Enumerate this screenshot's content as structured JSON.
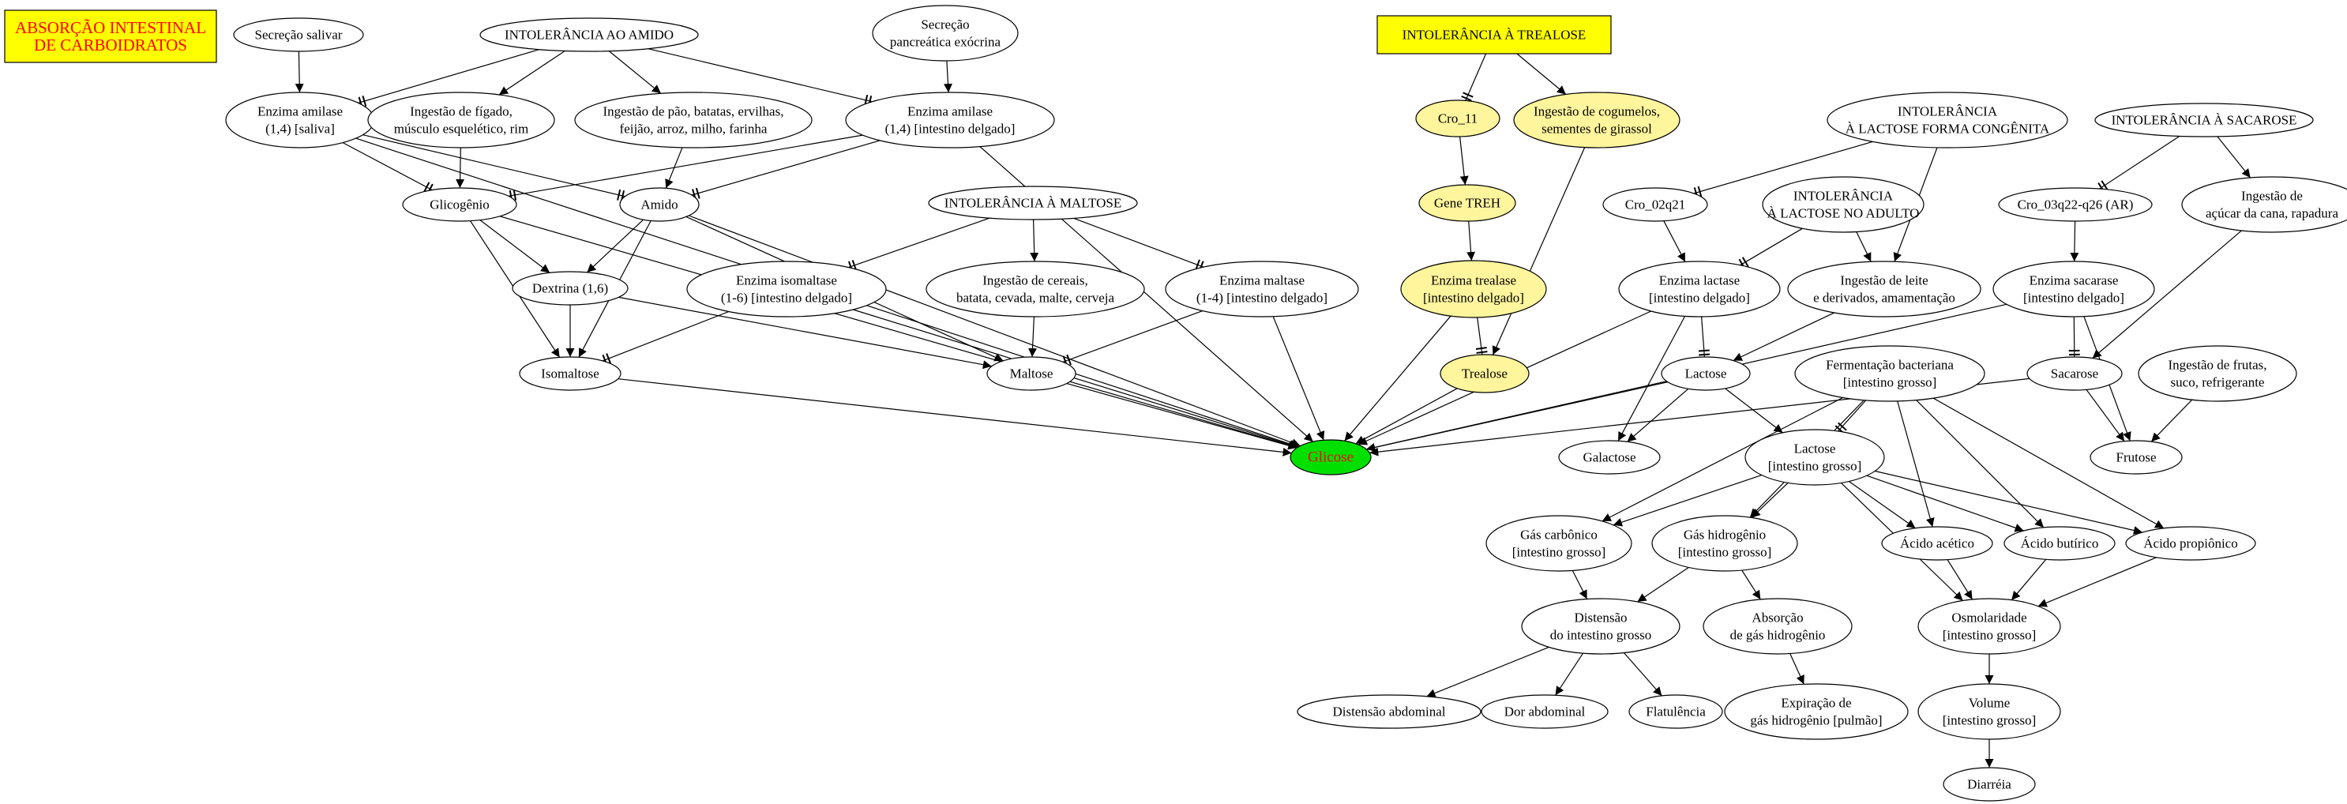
{
  "colors": {
    "node_fill": "#ffffff",
    "highlight_fill": "#fff59d",
    "title_box_fill": "#ffff00",
    "title_text": "#ff0000",
    "goal_fill": "#00e000",
    "goal_text": "#ff0000",
    "stroke": "#000000"
  },
  "nodes": [
    {
      "id": "title",
      "shape": "box",
      "style": "title",
      "lines": [
        "ABSORÇÃO INTESTINAL",
        "DE CARBOIDRATOS"
      ]
    },
    {
      "id": "secrecao_salivar",
      "lines": [
        "Secreção salivar"
      ]
    },
    {
      "id": "intol_amido",
      "lines": [
        "INTOLERÂNCIA AO AMIDO"
      ]
    },
    {
      "id": "secrecao_panc",
      "lines": [
        "Secreção",
        "pancreática exócrina"
      ]
    },
    {
      "id": "amilase_saliva",
      "lines": [
        "Enzima amilase",
        "(1,4) [saliva]"
      ]
    },
    {
      "id": "ingest_figado",
      "lines": [
        "Ingestão de fígado,",
        "músculo esquelético, rim"
      ]
    },
    {
      "id": "ingest_pao",
      "lines": [
        "Ingestão de pão, batatas, ervilhas,",
        "feijão, arroz, milho, farinha"
      ]
    },
    {
      "id": "amilase_int",
      "lines": [
        "Enzima amilase",
        "(1,4) [intestino delgado]"
      ]
    },
    {
      "id": "glicogenio",
      "lines": [
        "Glicogênio"
      ]
    },
    {
      "id": "amido",
      "lines": [
        "Amido"
      ]
    },
    {
      "id": "intol_maltose",
      "lines": [
        "INTOLERÂNCIA À MALTOSE"
      ]
    },
    {
      "id": "dextrina",
      "lines": [
        "Dextrina (1,6)"
      ]
    },
    {
      "id": "isomaltase",
      "lines": [
        "Enzima isomaltase",
        "(1-6) [intestino delgado]"
      ]
    },
    {
      "id": "ingest_cereais",
      "lines": [
        "Ingestão de cereais,",
        "batata, cevada, malte, cerveja"
      ]
    },
    {
      "id": "maltase",
      "lines": [
        "Enzima maltase",
        "(1-4) [intestino delgado]"
      ]
    },
    {
      "id": "isomaltose",
      "lines": [
        "Isomaltose"
      ]
    },
    {
      "id": "maltose",
      "lines": [
        "Maltose"
      ]
    },
    {
      "id": "glicose",
      "style": "goal",
      "lines": [
        "Glicose"
      ]
    },
    {
      "id": "intol_trealose",
      "shape": "box",
      "style": "titlebox",
      "lines": [
        "INTOLERÂNCIA À TREALOSE"
      ]
    },
    {
      "id": "cro11",
      "style": "highlight",
      "lines": [
        "Cro_11"
      ]
    },
    {
      "id": "ingest_cogumelos",
      "style": "highlight",
      "lines": [
        "Ingestão de cogumelos,",
        "sementes de girassol"
      ]
    },
    {
      "id": "gene_treh",
      "style": "highlight",
      "lines": [
        "Gene TREH"
      ]
    },
    {
      "id": "trealase",
      "style": "highlight",
      "lines": [
        "Enzima trealase",
        "[intestino delgado]"
      ]
    },
    {
      "id": "trealose",
      "style": "highlight",
      "lines": [
        "Trealose"
      ]
    },
    {
      "id": "intol_lact_cong",
      "lines": [
        "INTOLERÂNCIA",
        "À LACTOSE FORMA CONGÊNITA"
      ]
    },
    {
      "id": "cro02q21",
      "lines": [
        "Cro_02q21"
      ]
    },
    {
      "id": "intol_lact_adulto",
      "lines": [
        "INTOLERÂNCIA",
        "À LACTOSE NO ADULTO"
      ]
    },
    {
      "id": "lactase",
      "lines": [
        "Enzima lactase",
        "[intestino delgado]"
      ]
    },
    {
      "id": "ingest_leite",
      "lines": [
        "Ingestão de leite",
        "e derivados, amamentação"
      ]
    },
    {
      "id": "lactose",
      "lines": [
        "Lactose"
      ]
    },
    {
      "id": "galactose",
      "lines": [
        "Galactose"
      ]
    },
    {
      "id": "fermentacao",
      "lines": [
        "Fermentação bacteriana",
        "[intestino grosso]"
      ]
    },
    {
      "id": "lactose_ig",
      "lines": [
        "Lactose",
        "[intestino grosso]"
      ]
    },
    {
      "id": "gas_carb",
      "lines": [
        "Gás carbônico",
        "[intestino grosso]"
      ]
    },
    {
      "id": "gas_hid",
      "lines": [
        "Gás hidrogênio",
        "[intestino grosso]"
      ]
    },
    {
      "id": "ac_acetico",
      "lines": [
        "Ácido acético"
      ]
    },
    {
      "id": "ac_butirico",
      "lines": [
        "Ácido butírico"
      ]
    },
    {
      "id": "ac_propionico",
      "lines": [
        "Ácido propiônico"
      ]
    },
    {
      "id": "distensao_ig",
      "lines": [
        "Distensão",
        "do intestino grosso"
      ]
    },
    {
      "id": "absorcao_h",
      "lines": [
        "Absorção",
        "de gás hidrogênio"
      ]
    },
    {
      "id": "osmolaridade",
      "lines": [
        "Osmolaridade",
        "[intestino grosso]"
      ]
    },
    {
      "id": "dist_abdominal",
      "lines": [
        "Distensão abdominal"
      ]
    },
    {
      "id": "dor_abdominal",
      "lines": [
        "Dor abdominal"
      ]
    },
    {
      "id": "flatulencia",
      "lines": [
        "Flatulência"
      ]
    },
    {
      "id": "expiracao",
      "lines": [
        "Expiração de",
        "gás hidrogênio [pulmão]"
      ]
    },
    {
      "id": "volume",
      "lines": [
        "Volume",
        "[intestino grosso]"
      ]
    },
    {
      "id": "diarreia",
      "lines": [
        "Diarréia"
      ]
    },
    {
      "id": "intol_sacarose",
      "lines": [
        "INTOLERÂNCIA À SACAROSE"
      ]
    },
    {
      "id": "cro03q22",
      "lines": [
        "Cro_03q22-q26 (AR)"
      ]
    },
    {
      "id": "ingest_acucar",
      "lines": [
        "Ingestão de",
        "açúcar da cana, rapadura"
      ]
    },
    {
      "id": "sacarase",
      "lines": [
        "Enzima sacarase",
        "[intestino delgado]"
      ]
    },
    {
      "id": "sacarose",
      "lines": [
        "Sacarose"
      ]
    },
    {
      "id": "ingest_frutas",
      "lines": [
        "Ingestão de frutas,",
        "suco, refrigerante"
      ]
    },
    {
      "id": "frutose",
      "lines": [
        "Frutose"
      ]
    }
  ],
  "edges": [
    {
      "from": "secrecao_salivar",
      "to": "amilase_saliva"
    },
    {
      "from": "intol_amido",
      "to": "amilase_saliva",
      "marker": "tee"
    },
    {
      "from": "intol_amido",
      "to": "ingest_figado"
    },
    {
      "from": "intol_amido",
      "to": "ingest_pao"
    },
    {
      "from": "intol_amido",
      "to": "amilase_int",
      "marker": "tee"
    },
    {
      "from": "secrecao_panc",
      "to": "amilase_int"
    },
    {
      "from": "amilase_saliva",
      "to": "glicogenio",
      "marker": "tee"
    },
    {
      "from": "amilase_saliva",
      "to": "amido",
      "marker": "tee"
    },
    {
      "from": "amilase_saliva",
      "to": "glicose"
    },
    {
      "from": "ingest_figado",
      "to": "glicogenio"
    },
    {
      "from": "ingest_pao",
      "to": "amido"
    },
    {
      "from": "amilase_int",
      "to": "glicogenio",
      "marker": "tee"
    },
    {
      "from": "amilase_int",
      "to": "amido",
      "marker": "tee"
    },
    {
      "from": "amilase_int",
      "to": "glicose"
    },
    {
      "from": "glicogenio",
      "to": "dextrina"
    },
    {
      "from": "glicogenio",
      "to": "isomaltose"
    },
    {
      "from": "glicogenio",
      "to": "glicose"
    },
    {
      "from": "amido",
      "to": "dextrina"
    },
    {
      "from": "amido",
      "to": "isomaltose"
    },
    {
      "from": "amido",
      "to": "maltose"
    },
    {
      "from": "amido",
      "to": "glicose"
    },
    {
      "from": "intol_maltose",
      "to": "isomaltase",
      "marker": "tee"
    },
    {
      "from": "intol_maltose",
      "to": "ingest_cereais"
    },
    {
      "from": "intol_maltose",
      "to": "maltase",
      "marker": "tee"
    },
    {
      "from": "dextrina",
      "to": "isomaltose"
    },
    {
      "from": "dextrina",
      "to": "maltose"
    },
    {
      "from": "isomaltase",
      "to": "isomaltose",
      "marker": "tee"
    },
    {
      "from": "isomaltase",
      "to": "glicose"
    },
    {
      "from": "ingest_cereais",
      "to": "maltose"
    },
    {
      "from": "maltase",
      "to": "maltose",
      "marker": "tee"
    },
    {
      "from": "maltase",
      "to": "glicose"
    },
    {
      "from": "isomaltose",
      "to": "glicose"
    },
    {
      "from": "maltose",
      "to": "glicose"
    },
    {
      "from": "intol_trealose",
      "to": "cro11",
      "marker": "tee"
    },
    {
      "from": "intol_trealose",
      "to": "ingest_cogumelos"
    },
    {
      "from": "cro11",
      "to": "gene_treh"
    },
    {
      "from": "gene_treh",
      "to": "trealase"
    },
    {
      "from": "trealase",
      "to": "trealose",
      "marker": "tee"
    },
    {
      "from": "trealase",
      "to": "glicose"
    },
    {
      "from": "ingest_cogumelos",
      "to": "trealose"
    },
    {
      "from": "trealose",
      "to": "glicose"
    },
    {
      "from": "intol_lact_cong",
      "to": "cro02q21",
      "marker": "tee"
    },
    {
      "from": "intol_lact_cong",
      "to": "ingest_leite"
    },
    {
      "from": "cro02q21",
      "to": "lactase"
    },
    {
      "from": "intol_lact_adulto",
      "to": "lactase",
      "marker": "tee"
    },
    {
      "from": "intol_lact_adulto",
      "to": "ingest_leite"
    },
    {
      "from": "lactase",
      "to": "lactose",
      "marker": "tee"
    },
    {
      "from": "lactase",
      "to": "glicose"
    },
    {
      "from": "lactase",
      "to": "galactose"
    },
    {
      "from": "ingest_leite",
      "to": "lactose"
    },
    {
      "from": "lactose",
      "to": "glicose"
    },
    {
      "from": "lactose",
      "to": "galactose"
    },
    {
      "from": "lactose",
      "to": "lactose_ig"
    },
    {
      "from": "fermentacao",
      "to": "lactose_ig",
      "marker": "tee"
    },
    {
      "from": "fermentacao",
      "to": "gas_carb"
    },
    {
      "from": "fermentacao",
      "to": "gas_hid"
    },
    {
      "from": "fermentacao",
      "to": "ac_acetico"
    },
    {
      "from": "fermentacao",
      "to": "ac_butirico"
    },
    {
      "from": "fermentacao",
      "to": "ac_propionico"
    },
    {
      "from": "lactose_ig",
      "to": "gas_carb"
    },
    {
      "from": "lactose_ig",
      "to": "gas_hid"
    },
    {
      "from": "lactose_ig",
      "to": "ac_acetico"
    },
    {
      "from": "lactose_ig",
      "to": "ac_butirico"
    },
    {
      "from": "lactose_ig",
      "to": "ac_propionico"
    },
    {
      "from": "lactose_ig",
      "to": "osmolaridade"
    },
    {
      "from": "gas_carb",
      "to": "distensao_ig"
    },
    {
      "from": "gas_hid",
      "to": "distensao_ig"
    },
    {
      "from": "gas_hid",
      "to": "absorcao_h"
    },
    {
      "from": "ac_acetico",
      "to": "osmolaridade"
    },
    {
      "from": "ac_butirico",
      "to": "osmolaridade"
    },
    {
      "from": "ac_propionico",
      "to": "osmolaridade"
    },
    {
      "from": "distensao_ig",
      "to": "dist_abdominal"
    },
    {
      "from": "distensao_ig",
      "to": "dor_abdominal"
    },
    {
      "from": "distensao_ig",
      "to": "flatulencia"
    },
    {
      "from": "absorcao_h",
      "to": "expiracao"
    },
    {
      "from": "osmolaridade",
      "to": "volume"
    },
    {
      "from": "volume",
      "to": "diarreia"
    },
    {
      "from": "intol_sacarose",
      "to": "cro03q22",
      "marker": "tee"
    },
    {
      "from": "intol_sacarose",
      "to": "ingest_acucar"
    },
    {
      "from": "cro03q22",
      "to": "sacarase"
    },
    {
      "from": "sacarase",
      "to": "sacarose",
      "marker": "tee"
    },
    {
      "from": "sacarase",
      "to": "glicose"
    },
    {
      "from": "sacarase",
      "to": "frutose"
    },
    {
      "from": "ingest_acucar",
      "to": "sacarose"
    },
    {
      "from": "sacarose",
      "to": "glicose"
    },
    {
      "from": "sacarose",
      "to": "frutose"
    },
    {
      "from": "ingest_frutas",
      "to": "frutose"
    }
  ]
}
